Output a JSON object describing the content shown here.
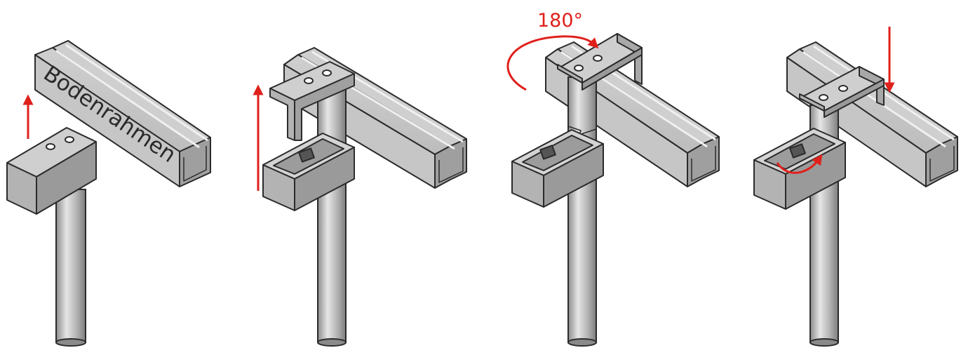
{
  "labels": {
    "rail": "Bodenrahmen",
    "rotation": "180°"
  },
  "colors": {
    "arrow": "#e0201b",
    "metal_light": "#d7d7d7",
    "metal_mid": "#b9b9b9",
    "metal_dark": "#8f8f8f",
    "outline": "#2b2b2b"
  },
  "steps": [
    {
      "id": "step-1",
      "arrow": "up"
    },
    {
      "id": "step-2",
      "arrow": "up"
    },
    {
      "id": "step-3",
      "arrow": "rotate-180"
    },
    {
      "id": "step-4",
      "arrow": "down"
    }
  ]
}
